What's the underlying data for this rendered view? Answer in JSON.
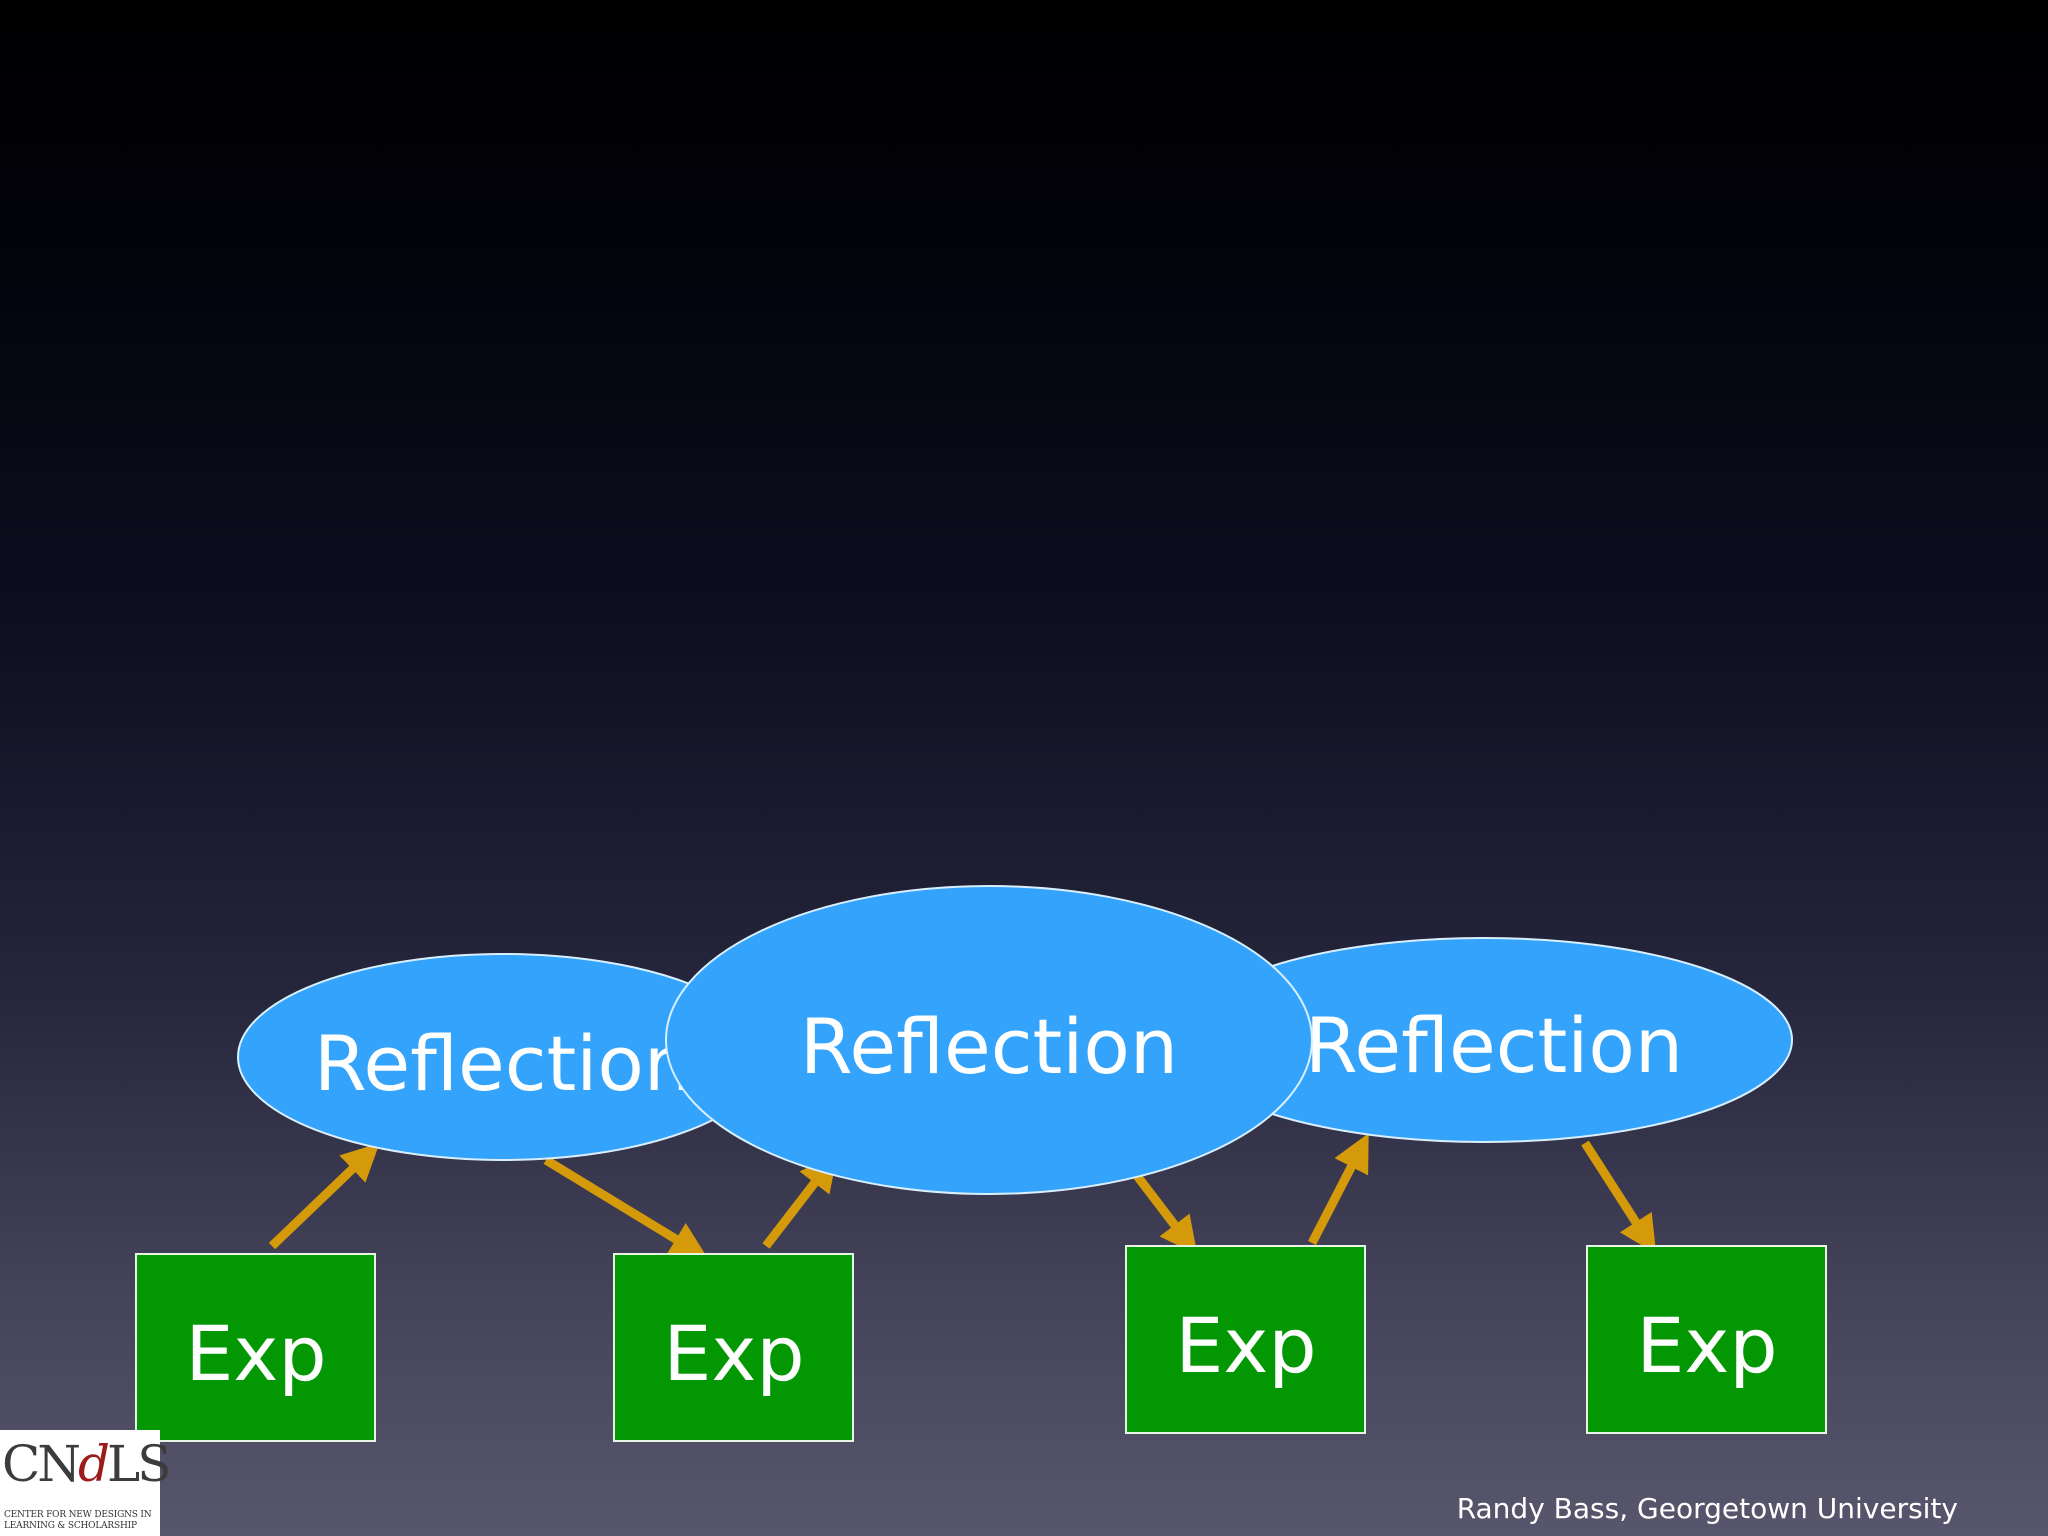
{
  "slide": {
    "credit": "Randy Bass, Georgetown University"
  },
  "logo": {
    "letters_left": "CN",
    "letters_mid": "d",
    "letters_right": "LS",
    "caption_line1": "CENTER FOR NEW DESIGNS IN",
    "caption_line2": "LEARNING & SCHOLARSHIP"
  },
  "diagram": {
    "reflections": [
      {
        "label": "Reflection"
      },
      {
        "label": "Reflection"
      },
      {
        "label": "Reflection"
      }
    ],
    "experiences": [
      {
        "label": "Exp"
      },
      {
        "label": "Exp"
      },
      {
        "label": "Exp"
      },
      {
        "label": "Exp"
      }
    ],
    "colors": {
      "reflection_fill": "#33a3fb",
      "reflection_stroke": "#d9efff",
      "experience_fill": "#049704",
      "experience_stroke": "#e6f5e6",
      "arrow": "#d49a0a",
      "text": "#ffffff"
    }
  }
}
